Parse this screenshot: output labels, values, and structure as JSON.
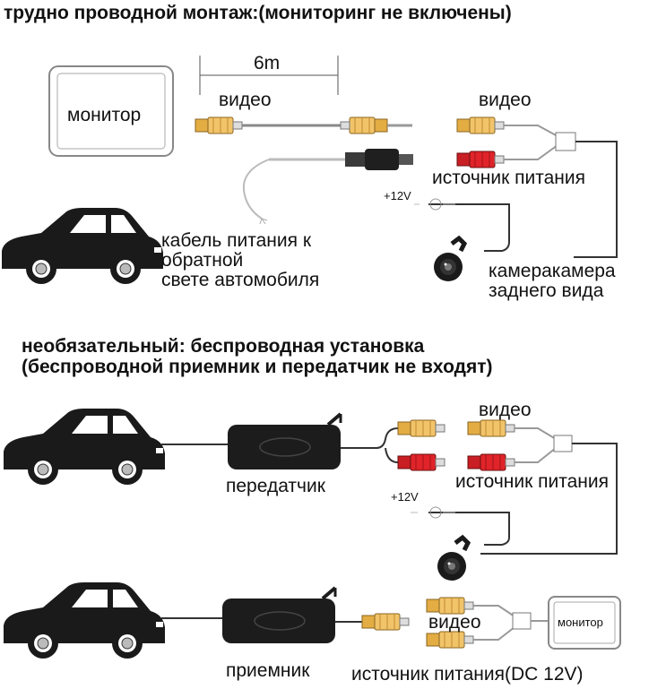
{
  "section1": {
    "heading": "трудно проводной монтаж:(мониторинг не включены)",
    "monitor_label": "монитор",
    "distance": "6m",
    "video_left": "видео",
    "video_right": "видео",
    "power_source": "источник питания",
    "voltage": "+12V",
    "cable_line1": "кабель питания к",
    "cable_line2": "обратной",
    "cable_line3": "свете автомобиля",
    "camera_line1": "камеракамера",
    "camera_line2": "заднего вида"
  },
  "section2": {
    "heading_line1": "необязательный: беспроводная установка",
    "heading_line2": "(беспроводной приемник и передатчик не входят)",
    "video": "видео",
    "transmitter": "передатчик",
    "voltage": "+12V",
    "power_source": "источник питания"
  },
  "section3": {
    "video": "видео",
    "receiver": "приемник",
    "monitor_label": "монитор",
    "power_source": "источник питания(DC 12V)"
  },
  "colors": {
    "rca_yellow": "#f2c46a",
    "rca_red": "#e0242a",
    "car_body": "#1a1a1a",
    "device": "#1c1c1c"
  }
}
